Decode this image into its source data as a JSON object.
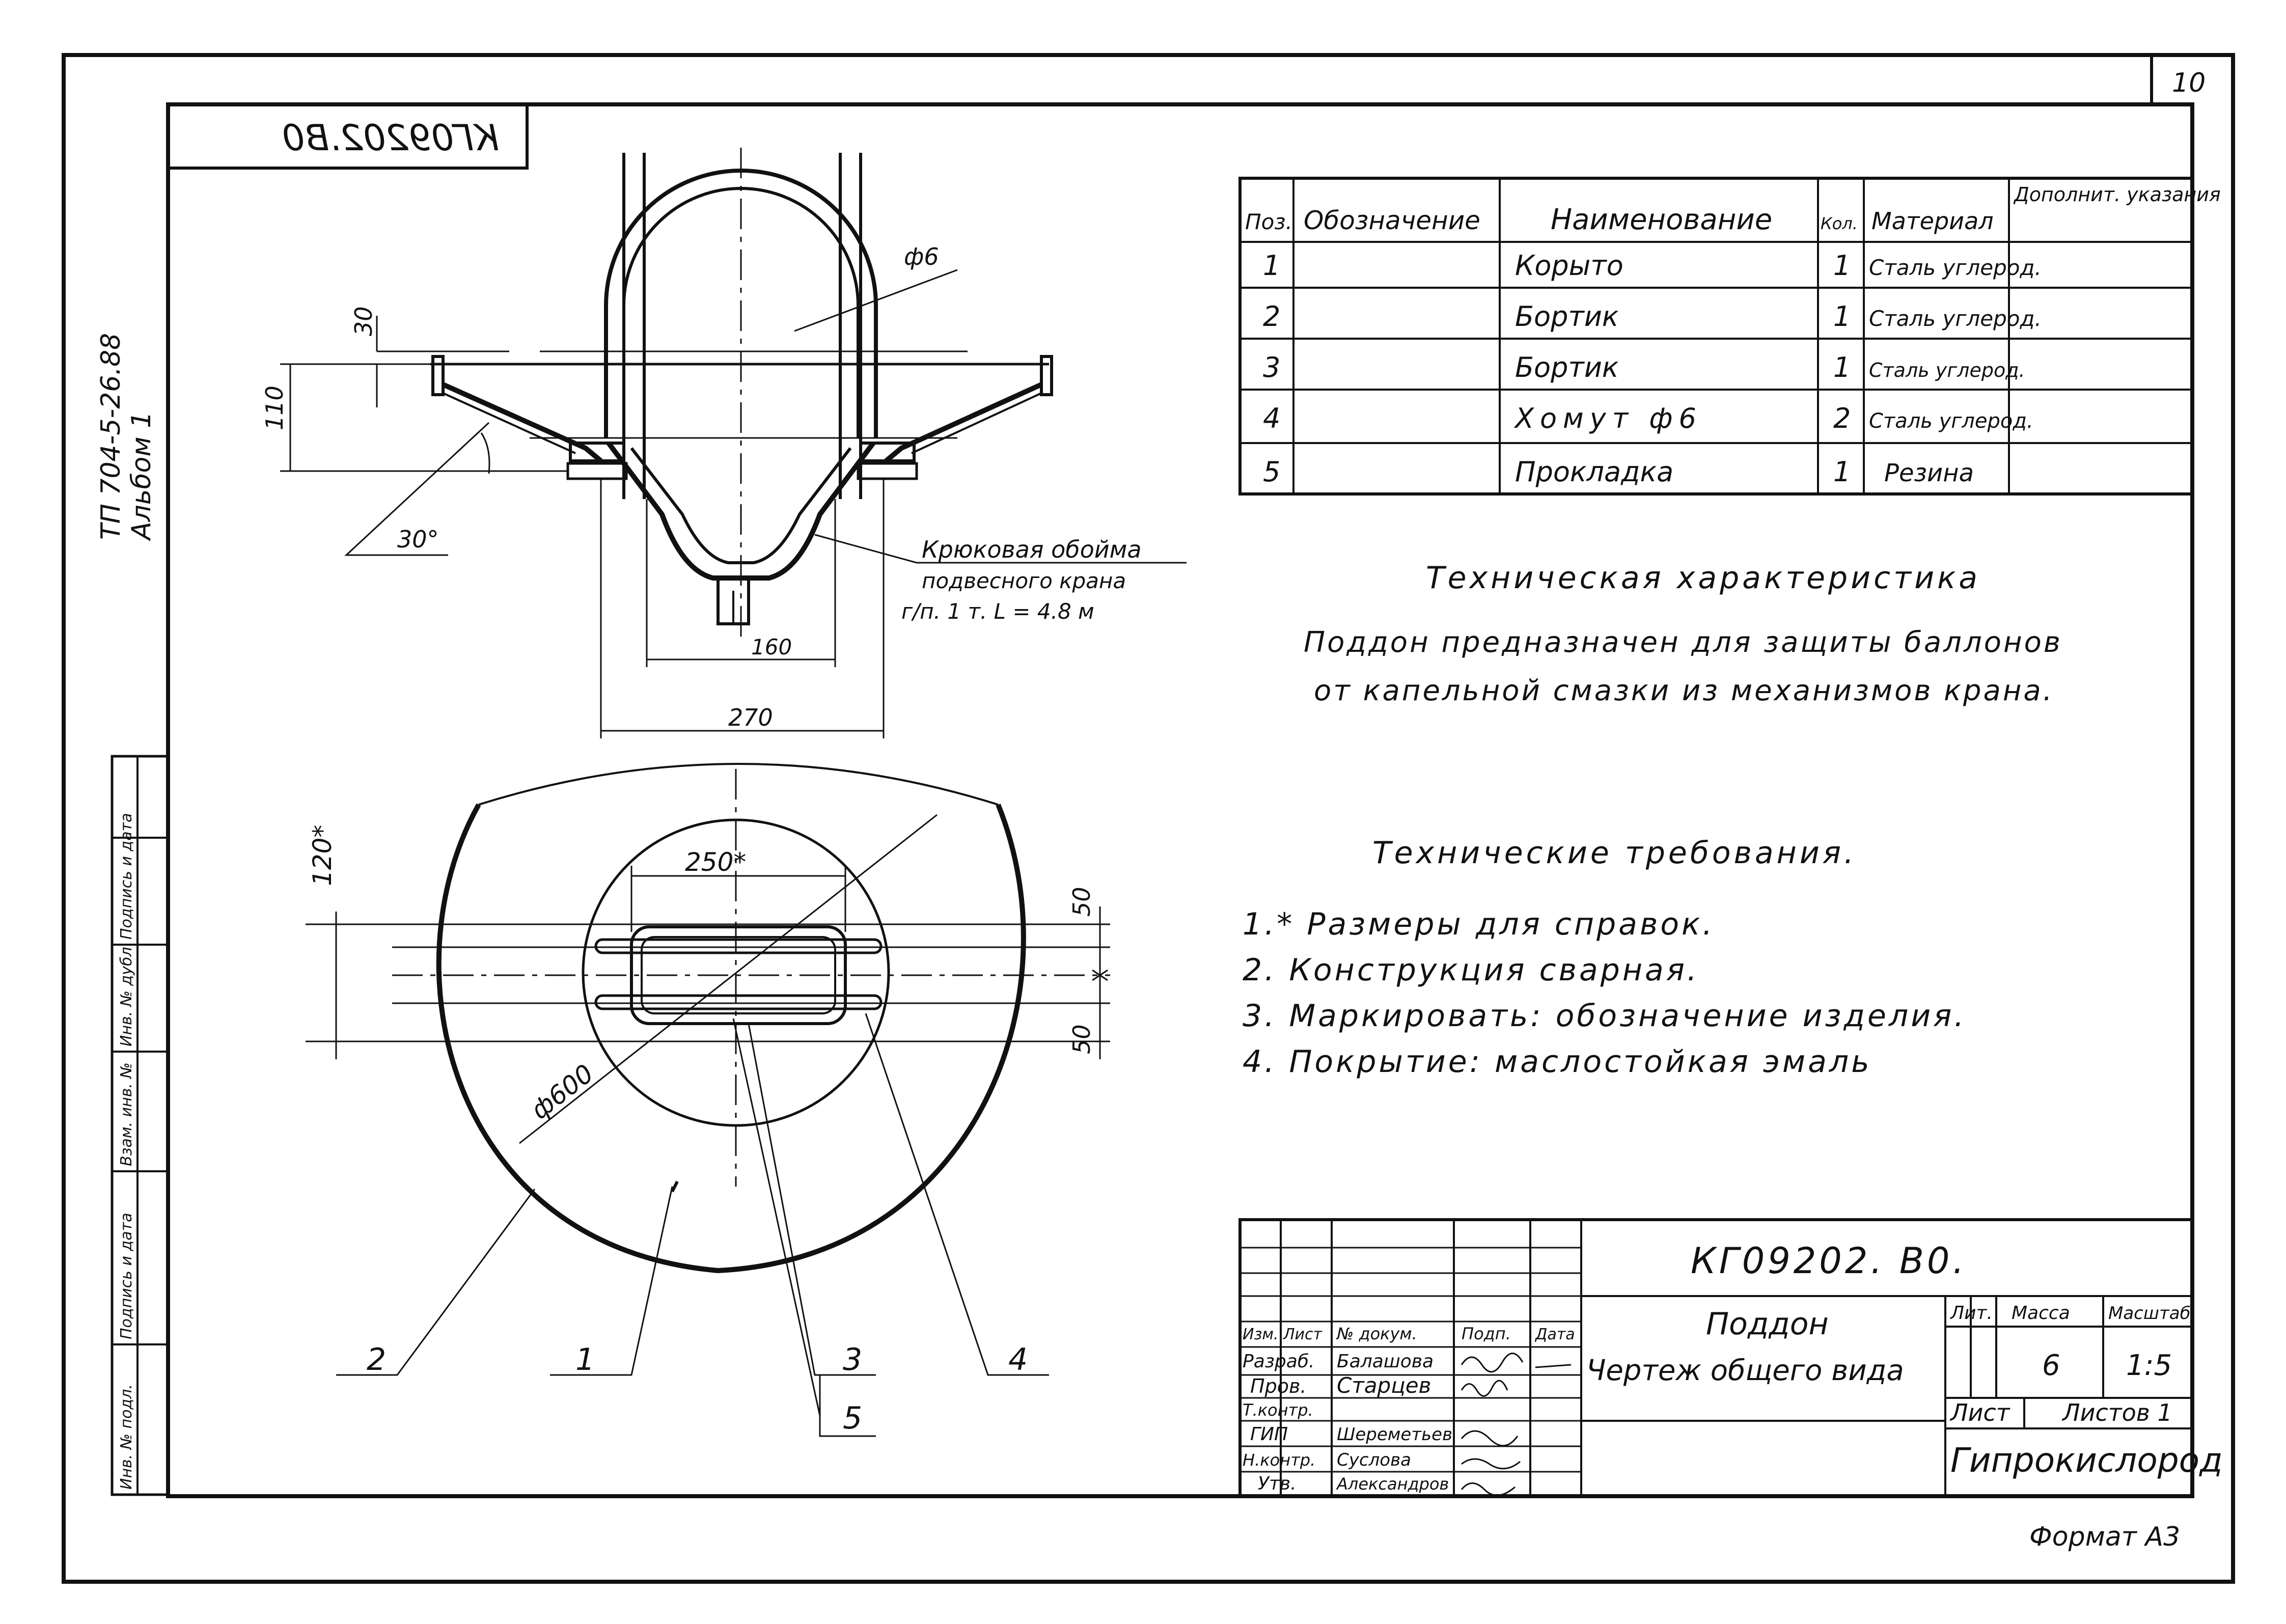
{
  "sheet": {
    "page_number": "10",
    "doc_code_mirrored": "КГ09202.В0",
    "side_code_line1": "ТП 704-5-26.88",
    "side_code_line2": "Альбом 1",
    "format": "Формат А3"
  },
  "side_stamp": {
    "fields": [
      "Инв. № подл.",
      "Подпись и дата",
      "Взам. инв. №",
      "Инв. № дубл.",
      "Подпись и дата"
    ]
  },
  "drawing": {
    "dim_30": "30",
    "dim_110": "110",
    "angle_30": "30°",
    "dim_phi6": "ф6",
    "dim_160": "160",
    "dim_270": "270",
    "dim_250": "250*",
    "dim_120": "120*",
    "dim_50_top": "50",
    "dim_50_bottom": "50",
    "dim_phi600": "ф600",
    "crane_note": [
      "Крюковая обойма",
      "подвесного крана",
      "г/п. 1 т. L = 4.8 м"
    ],
    "callouts": [
      "2",
      "1",
      "3",
      "5",
      "4"
    ]
  },
  "spec_table": {
    "headers": [
      "Поз.",
      "Обозначение",
      "Наименование",
      "Кол.",
      "Материал",
      "Дополнит. указания"
    ],
    "rows": [
      [
        "1",
        "",
        "Корыто",
        "1",
        "Сталь углерод.",
        ""
      ],
      [
        "2",
        "",
        "Бортик",
        "1",
        "Сталь углерод.",
        ""
      ],
      [
        "3",
        "",
        "Бортик",
        "1",
        "Сталь углерод.",
        ""
      ],
      [
        "4",
        "",
        "Хомут ф6",
        "2",
        "Сталь углерод.",
        ""
      ],
      [
        "5",
        "",
        "Прокладка",
        "1",
        "Резина",
        ""
      ]
    ]
  },
  "tech_char": {
    "title": "Техническая характеристика",
    "lines": [
      "Поддон предназначен для защиты баллонов",
      "от капельной смазки из механизмов крана."
    ]
  },
  "tech_req": {
    "title": "Технические требования.",
    "items": [
      "1.* Размеры для справок.",
      "2. Конструкция сварная.",
      "3. Маркировать: обозначение изделия.",
      "4. Покрытие: маслостойкая эмаль"
    ]
  },
  "title_block": {
    "doc_code": "КГ09202. В0.",
    "name_line1": "Поддон",
    "name_line2": "Чертеж общего вида",
    "col_headers": [
      "Изм.",
      "Лист",
      "№ докум.",
      "Подп.",
      "Дата"
    ],
    "roles": [
      {
        "role": "Разраб.",
        "name": "Балашова"
      },
      {
        "role": "Пров.",
        "name": "Старцев"
      },
      {
        "role": "Т.контр.",
        "name": ""
      },
      {
        "role": "ГИП",
        "name": "Шереметьев"
      },
      {
        "role": "Н.контр.",
        "name": "Суслова"
      },
      {
        "role": "Утв.",
        "name": "Александров"
      }
    ],
    "lit_label": "Лит.",
    "mass_label": "Масса",
    "scale_label": "Масштаб",
    "mass_value": "6",
    "scale_value": "1:5",
    "sheet_label": "Лист",
    "sheets_label": "Листов 1",
    "organization": "Гипрокислород"
  }
}
